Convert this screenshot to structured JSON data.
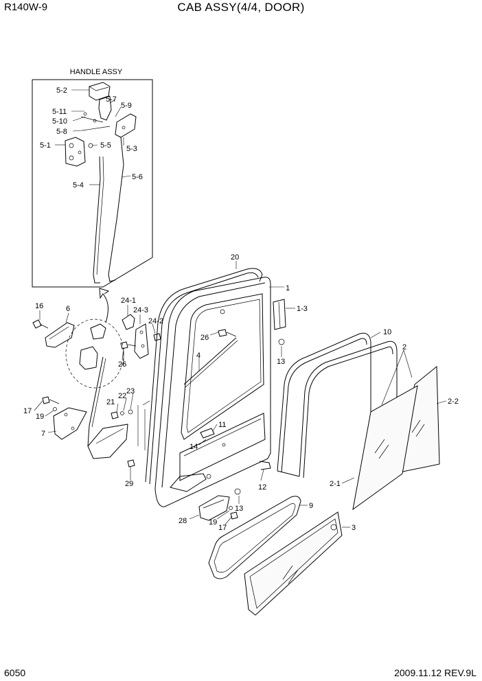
{
  "header": {
    "model": "R140W-9",
    "title": "CAB ASSY(4/4, DOOR)"
  },
  "footer": {
    "page": "6050",
    "date_rev": "2009.11.12  REV.9L"
  },
  "inset": {
    "title": "HANDLE ASSY"
  },
  "callouts": {
    "c5_2": "5-2",
    "c5_7": "5-7",
    "c5_9": "5-9",
    "c5_11": "5-11",
    "c5_10": "5-10",
    "c5_8": "5-8",
    "c5_1": "5-1",
    "c5_5": "5-5",
    "c5_3": "5-3",
    "c5_4": "5-4",
    "c5_6": "5-6",
    "c20": "20",
    "c1": "1",
    "c1_3": "1-3",
    "c16": "16",
    "c6": "6",
    "c24_1": "24-1",
    "c24_3": "24-3",
    "c24_2": "24-2",
    "c26a": "26",
    "c26b": "26",
    "c13a": "13",
    "c13b": "13",
    "c10": "10",
    "c2": "2",
    "c2_2": "2-2",
    "c2_1": "2-1",
    "c4": "4",
    "c21": "21",
    "c22": "22",
    "c23": "23",
    "c17a": "17",
    "c17b": "17",
    "c19a": "19",
    "c19b": "19",
    "c7": "7",
    "c11": "11",
    "c14": "14",
    "c12": "12",
    "c29": "29",
    "c9": "9",
    "c3": "3",
    "c28": "28"
  }
}
